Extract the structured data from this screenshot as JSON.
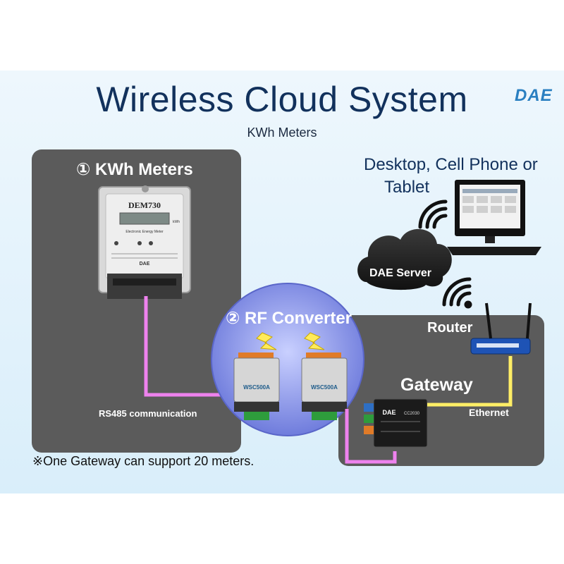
{
  "slide": {
    "title": "Wireless Cloud System",
    "subtitle": "KWh Meters",
    "logo": "DAE"
  },
  "panels": {
    "meters_title": "① KWh Meters",
    "rf_title": "② RF Converter",
    "rs485_label": "RS485 communication",
    "router_label": "Router",
    "gateway_label": "Gateway",
    "ethernet_label": "Ethernet",
    "server_label": "DAE Server",
    "client_label_line1": "Desktop, Cell Phone or",
    "client_label_line2": "Tablet",
    "footnote": "※One Gateway can support 20 meters."
  },
  "devices": {
    "meter_model": "DEM730",
    "meter_caption": "Electronic Energy Meter",
    "meter_unit": "kWh",
    "meter_brand": "DAE",
    "converter_model": "WSC500A",
    "gateway_brand": "DAE",
    "gateway_model": "CC2030"
  },
  "colors": {
    "panel": "#5b5b5b",
    "title": "#12315c",
    "rs485_line": "#ee82ee",
    "ethernet_line": "#ffee66",
    "rf_circle": "#7d88e0"
  }
}
